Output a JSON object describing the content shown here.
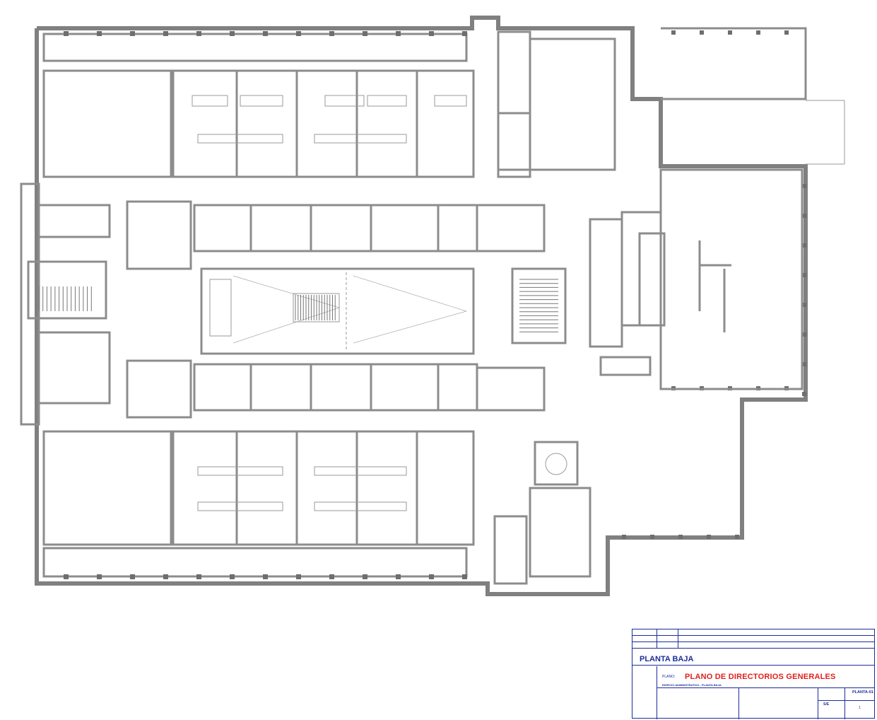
{
  "drawing": {
    "floor_name": "PLANTA BAJA",
    "plan_title": "PLANO DE DIRECTORIOS GENERALES",
    "plan_prefix": "PLANO:",
    "project_line": "EDIFICIO ADMINISTRATIVO - PLANTA BAJA",
    "sheet_code": "PLANTA-01",
    "scale": "S/E",
    "page": "1",
    "revisions": [
      {
        "date": "",
        "code": "",
        "desc": ""
      },
      {
        "date": "",
        "code": "",
        "desc": ""
      },
      {
        "date": "",
        "code": "",
        "desc": ""
      }
    ],
    "cell_labels": [
      "",
      "",
      "",
      "",
      ""
    ]
  },
  "room_labels": {
    "north_offices": [
      "",
      "",
      "",
      "",
      "",
      "",
      "",
      "",
      "",
      ""
    ],
    "south_offices": [
      "",
      "",
      "",
      "",
      "",
      "",
      "",
      "",
      "",
      ""
    ],
    "north_corridor": "",
    "south_corridor": "",
    "atrium_west": "",
    "atrium_east": "",
    "east_hall": "",
    "east_wing": "",
    "south_east_room": "",
    "meeting_room": "",
    "north_annex": "",
    "top_right_note": "",
    "right_note": ""
  },
  "colors": {
    "walls": "#808080",
    "labels": "#1c2d9c",
    "title_red": "#e0201c",
    "title_block": "#1c2d9c"
  }
}
